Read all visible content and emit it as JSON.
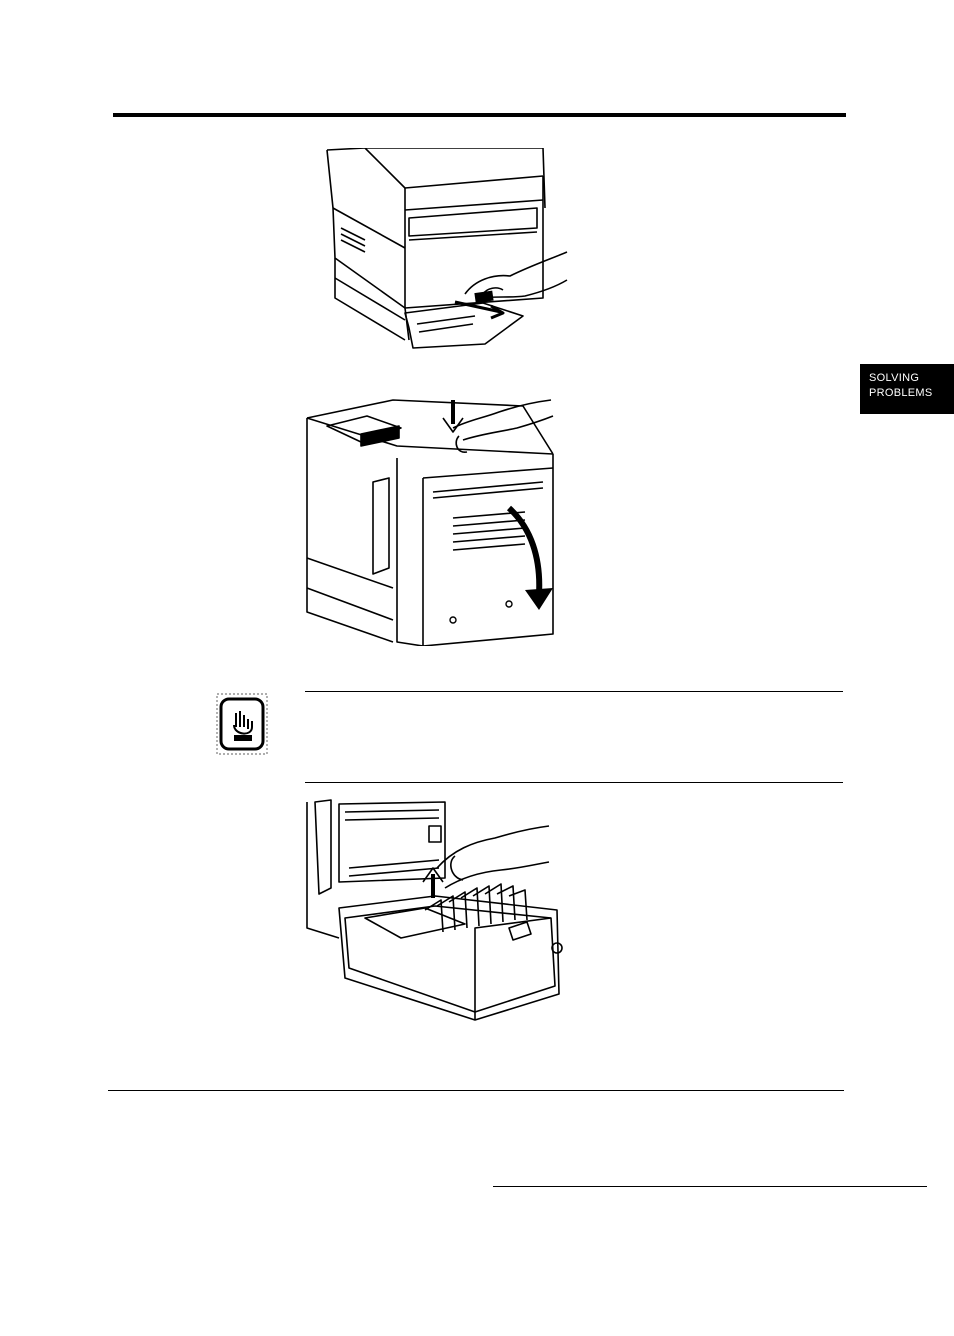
{
  "section_tab": {
    "line1": "SOLVING",
    "line2": "PROBLEMS"
  },
  "figures": [
    {
      "name": "drawer-pull-illustration",
      "icon": "printer-drawer-pull-icon"
    },
    {
      "name": "rear-cover-open-illustration",
      "icon": "printer-rear-cover-icon"
    },
    {
      "name": "paper-removal-illustration",
      "icon": "printer-paper-removal-icon"
    }
  ],
  "note": {
    "icon": "pointing-hand-icon",
    "text": ""
  },
  "colors": {
    "ink": "#000000",
    "paper": "#ffffff",
    "tab_background": "#000000",
    "tab_text": "#ffffff"
  }
}
